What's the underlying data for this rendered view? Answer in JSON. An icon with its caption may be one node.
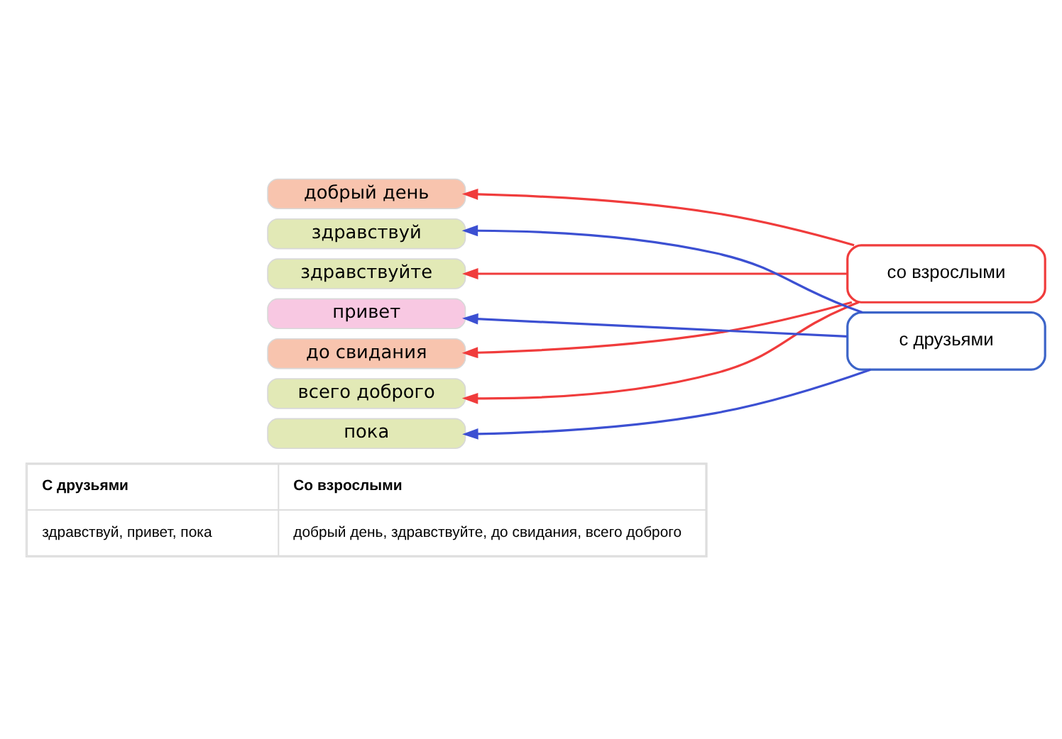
{
  "diagram": {
    "nodes": [
      {
        "text": [
          "добрый день"
        ]
      },
      {
        "text": [
          "здравствуй"
        ]
      },
      {
        "text": [
          "здравствуйте"
        ]
      },
      {
        "text": [
          "привет"
        ]
      },
      {
        "text": [
          "до свидания"
        ]
      },
      {
        "text": [
          "всего доброго"
        ]
      },
      {
        "text": [
          "пока"
        ]
      },
      {
        "text": [
          "со взрослыми"
        ]
      },
      {
        "text": [
          "с друзьями"
        ]
      }
    ],
    "edges": [
      {
        "from": 7,
        "to": 0,
        "arrow": "to"
      },
      {
        "from": 7,
        "to": 2,
        "arrow": "to"
      },
      {
        "from": 7,
        "to": 4,
        "arrow": "to"
      },
      {
        "from": 7,
        "to": 5,
        "arrow": "to"
      },
      {
        "from": 8,
        "to": 1,
        "arrow": "to",
        "color": "#3c50d2"
      },
      {
        "from": 8,
        "to": 3,
        "arrow": "to",
        "color": "#3c50d2"
      },
      {
        "from": 8,
        "to": 6,
        "arrow": "to",
        "color": "#3c50d2"
      }
    ],
    "labels": [
      "С друзьями",
      "Со взрослыми",
      "здравствуй, привет, пока",
      "добрый день, здравствуйте, до свидания, всего доброго"
    ]
  }
}
